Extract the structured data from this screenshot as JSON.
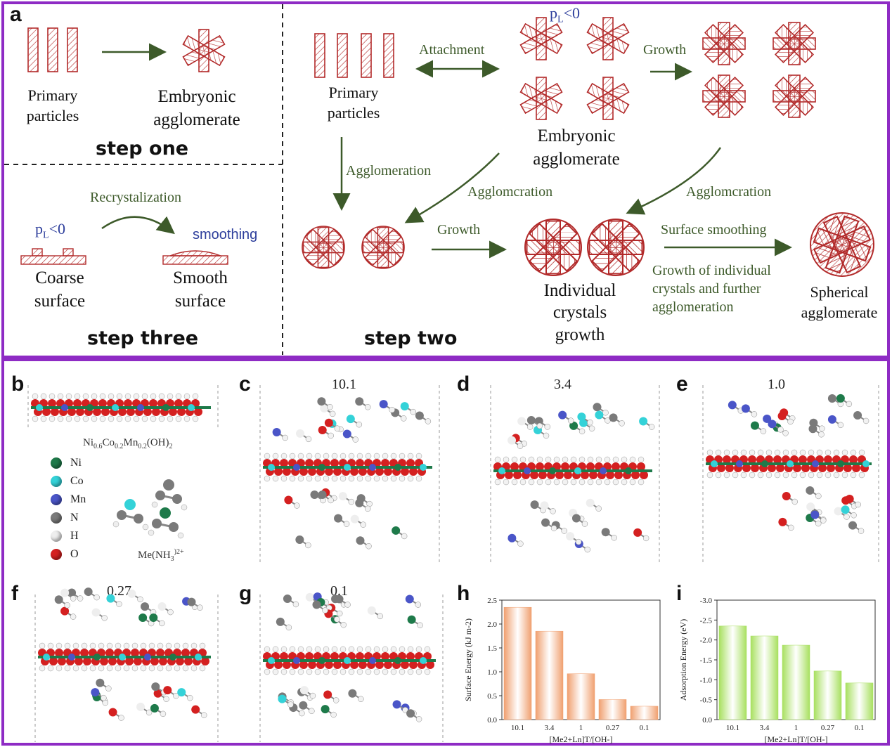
{
  "panel_a": {
    "letter": "a",
    "step_one": "step one",
    "step_two": "step two",
    "step_three": "step three",
    "s1_primary": "Primary\nparticles",
    "s1_embryonic": "Embryonic\nagglomerate",
    "s2_primary": "Primary\nparticles",
    "s2_embryonic": "Embryonic\nagglomerate",
    "s2_individual": "Individual\ncrystals\ngrowth",
    "s2_spherical": "Spherical\nagglomerate",
    "attachment": "Attachment",
    "growth1": "Growth",
    "growth2": "Growth",
    "agglomeration1": "Agglomeration",
    "agglomeration2": "Agglomcration",
    "agglomeration3": "Agglomcration",
    "surface_smoothing": "Surface smoothing",
    "growth_individual": "Growth of individual\ncrystals and further\nagglomeration",
    "pl_label": "p",
    "pl_sub": "L",
    "pl_rel": "<0",
    "recrystallization": "Recrystalization",
    "smoothing": "smoothing",
    "coarse": "Coarse\nsurface",
    "smooth": "Smooth\nsurface"
  },
  "panels_md": {
    "b": "b",
    "c": "c",
    "d": "d",
    "e": "e",
    "f": "f",
    "g": "g",
    "h": "h",
    "i": "i",
    "c_val": "10.1",
    "d_val": "3.4",
    "e_val": "1.0",
    "f_val": "0.27",
    "g_val": "0.1",
    "formula_main": "Ni",
    "formula_sub1": "0.6",
    "formula_co": "Co",
    "formula_sub2": "0.2",
    "formula_mn": "Mn",
    "formula_sub3": "0.2",
    "formula_oh": "(OH)",
    "formula_sub4": "2",
    "complex_label": "Me(NH",
    "complex_sub": "3",
    "complex_sup": ")2+"
  },
  "legend": [
    {
      "label": "Ni",
      "color": "#1e7a4a"
    },
    {
      "label": "Co",
      "color": "#34d2d8"
    },
    {
      "label": "Mn",
      "color": "#4a55c8"
    },
    {
      "label": "N",
      "color": "#7a7a7a"
    },
    {
      "label": "H",
      "color": "#eeeeee"
    },
    {
      "label": "O",
      "color": "#d42020"
    }
  ],
  "colors": {
    "frame": "#8e2bc4",
    "red_hatch": "#b22a2a",
    "green_arrow": "#3d5a2a",
    "bar_h": "#f0a070",
    "bar_i": "#a8e060"
  },
  "chart_data": [
    {
      "type": "bar",
      "ylabel": "Surface Energy (kJ m-2)",
      "xlabel": "[Me2+Ln]T/[OH-]",
      "categories": [
        "10.1",
        "3.4",
        "1",
        "0.27",
        "0.1"
      ],
      "values": [
        2.35,
        1.85,
        0.96,
        0.42,
        0.28
      ],
      "ylim": [
        0,
        2.5
      ],
      "yticks": [
        "0.0",
        "0.5",
        "1.0",
        "1.5",
        "2.0",
        "2.5"
      ]
    },
    {
      "type": "bar",
      "ylabel": "Adsorption Energy (eV)",
      "xlabel": "[Me2+Ln]T/[OH-]",
      "categories": [
        "10.1",
        "3.4",
        "1",
        "0.27",
        "0.1"
      ],
      "values": [
        -2.35,
        -2.1,
        -1.87,
        -1.22,
        -0.92
      ],
      "ylim": [
        0,
        -3.0
      ],
      "yticks": [
        "0.0",
        "-0.5",
        "-1.0",
        "-1.5",
        "-2.0",
        "-2.5",
        "-3.0"
      ]
    }
  ]
}
